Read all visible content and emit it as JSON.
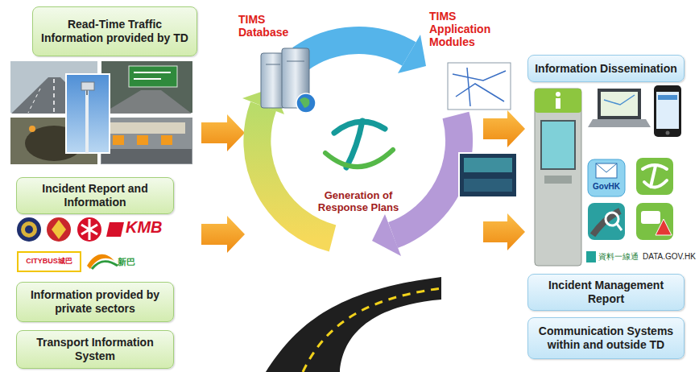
{
  "diagram": {
    "nodes": [
      {
        "text": [
          "Read-Time Traffic Information provided by TD"
        ]
      },
      {
        "text": [
          "Incident Report and Information"
        ]
      },
      {
        "text": [
          "Information provided by private sectors"
        ]
      },
      {
        "text": [
          "Transport Information System"
        ]
      },
      {
        "text": [
          "Information Dissemination"
        ]
      },
      {
        "text": [
          "Incident Management Report"
        ]
      },
      {
        "text": [
          "Communication Systems within and outside TD"
        ]
      }
    ],
    "labels": [
      "TIMS Database",
      "TIMS Application Modules",
      "Generation of Response Plans",
      "KMB",
      "CITYBUS城巴",
      "新巴",
      "GovHK",
      "資料一線通",
      "DATA.GOV.HK"
    ]
  }
}
